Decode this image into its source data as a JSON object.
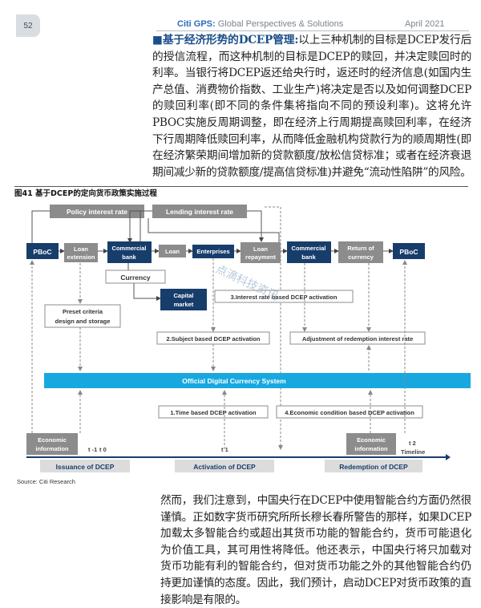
{
  "header": {
    "page_number": "52",
    "brand": "Citi GPS:",
    "subtitle": "Global Perspectives & Solutions",
    "date": "April 2021"
  },
  "para1": {
    "lead": "基于经济形势的DCEP管理:",
    "lines": [
      "以上三种机制的目标是DCEP发行后",
      "的授信流程，而这种机制的目标是DCEP的赎回，并决定赎回时",
      "的利率。当银行将DCEP返还给央行时，返还时的经济信息(如国",
      "内生产总值、消费物价指数、工业生产)将决定是否以及如何调整",
      "DCEP的赎回利率(即不同的条件集将指向不同的预设利率)。这将",
      "允许PBOC实施反周期调整，即在经济上行周期提高赎回利率，",
      "在经济下行周期降低赎回利率，从而降低金融机构贷款行为的顺",
      "周期性(即在经济繁荣期间增加新的贷款额度/放松信贷标准；或者",
      "在经济衰退期间减少新的贷款额度/提高信贷标准)并避免“流动性",
      "陷阱”的风险。"
    ]
  },
  "figure": {
    "caption": "图41 基于DCEP的定向货币政策实施过程",
    "source": "Source: Citi Research",
    "watermark": "点滴科技资讯",
    "boxes": {
      "policy_interest_rate": "Policy interest rate",
      "lending_interest_rate": "Lending interest rate",
      "pboc_left": "PBoC",
      "loan_extension": [
        "Loan",
        "extension"
      ],
      "commercial_bank_1": [
        "Commercial",
        "bank"
      ],
      "loan": "Loan",
      "enterprises": "Enterprises",
      "loan_repayment": [
        "Loan",
        "repayment"
      ],
      "commercial_bank_2": [
        "Commercial",
        "bank"
      ],
      "return_of_currency": [
        "Return of",
        "currency"
      ],
      "pboc_right": "PBoC",
      "currency": "Currency",
      "capital_market": [
        "Capital",
        "market"
      ],
      "preset_criteria": [
        "Preset criteria",
        "design and storage"
      ],
      "interest_rate_activation": "3.Interest rate based DCEP activation",
      "subject_activation": "2.Subject based DCEP activation",
      "adjustment_redemption": "Adjustment of redemption interest rate",
      "official_system": "Official Digital Currency System",
      "time_activation": "1.Time based DCEP activation",
      "economic_activation": "4.Economic condition based DCEP activation",
      "economic_info_left": [
        "Economic",
        "information"
      ],
      "economic_info_right": [
        "Economic",
        "information"
      ],
      "issuance": "Issuance of DCEP",
      "activation": "Activation of DCEP",
      "redemption": "Redemption of DCEP"
    },
    "timeline": {
      "t_minus1": "t -1",
      "t0": "t 0",
      "t1": "t 1",
      "t2": "t 2",
      "label": "Timeline"
    }
  },
  "para2": {
    "lines": [
      "然而，我们注意到，中国央行在DCEP中使用智能合约方面",
      "仍然很谨慎。正如数字货币研究所所长穆长春所警告的那样，",
      "如果DCEP加载太多智能合约或超出其货币功能的智能合约，",
      "货币可能退化为价值工具，其可用性将降低。他还表示，中",
      "国央行将只加载对货币功能有利的智能合约，但对货币功能",
      "之外的其他智能合约仍持更加谨慎的态度。因此，我们预计，",
      "启动DCEP对货币政策的直接影响是有限的。"
    ]
  },
  "colors": {
    "navy": "#173d6b",
    "grey_box": "#8c8c8c",
    "cyan_bar": "#18a8e0",
    "light_box": "#dcdcdc"
  }
}
